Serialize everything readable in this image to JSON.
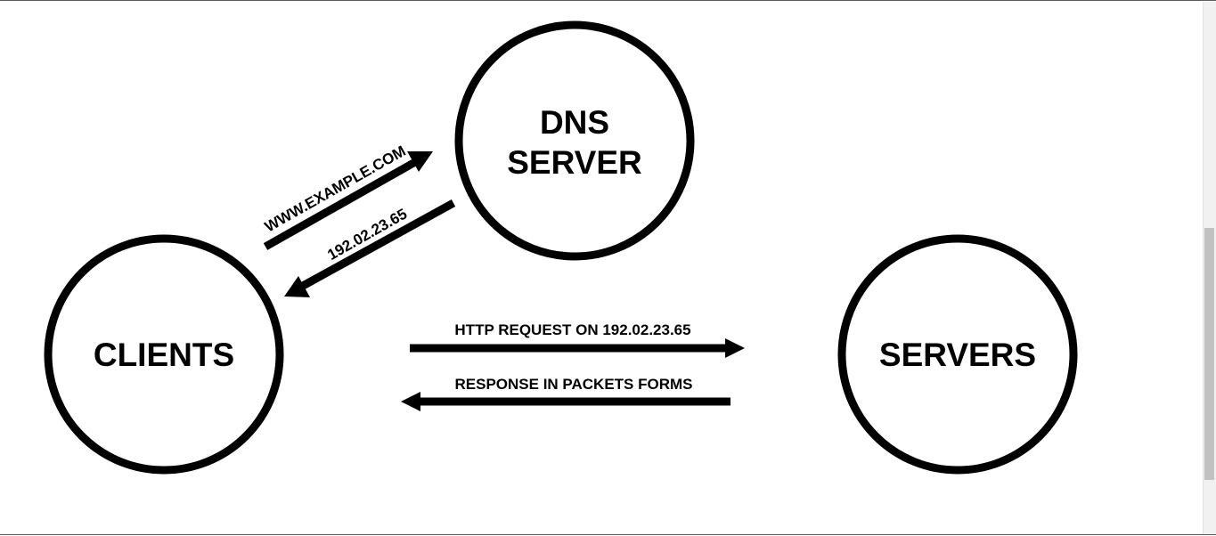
{
  "diagram": {
    "nodes": {
      "dns": {
        "line1": "DNS",
        "line2": "SERVER"
      },
      "clients": {
        "label": "CLIENTS"
      },
      "servers": {
        "label": "SERVERS"
      }
    },
    "edges": {
      "query": "WWW.EXAMPLE.COM",
      "answer": "192.02.23.65",
      "request": "HTTP REQUEST ON 192.02.23.65",
      "response": "RESPONSE IN PACKETS FORMS"
    }
  }
}
